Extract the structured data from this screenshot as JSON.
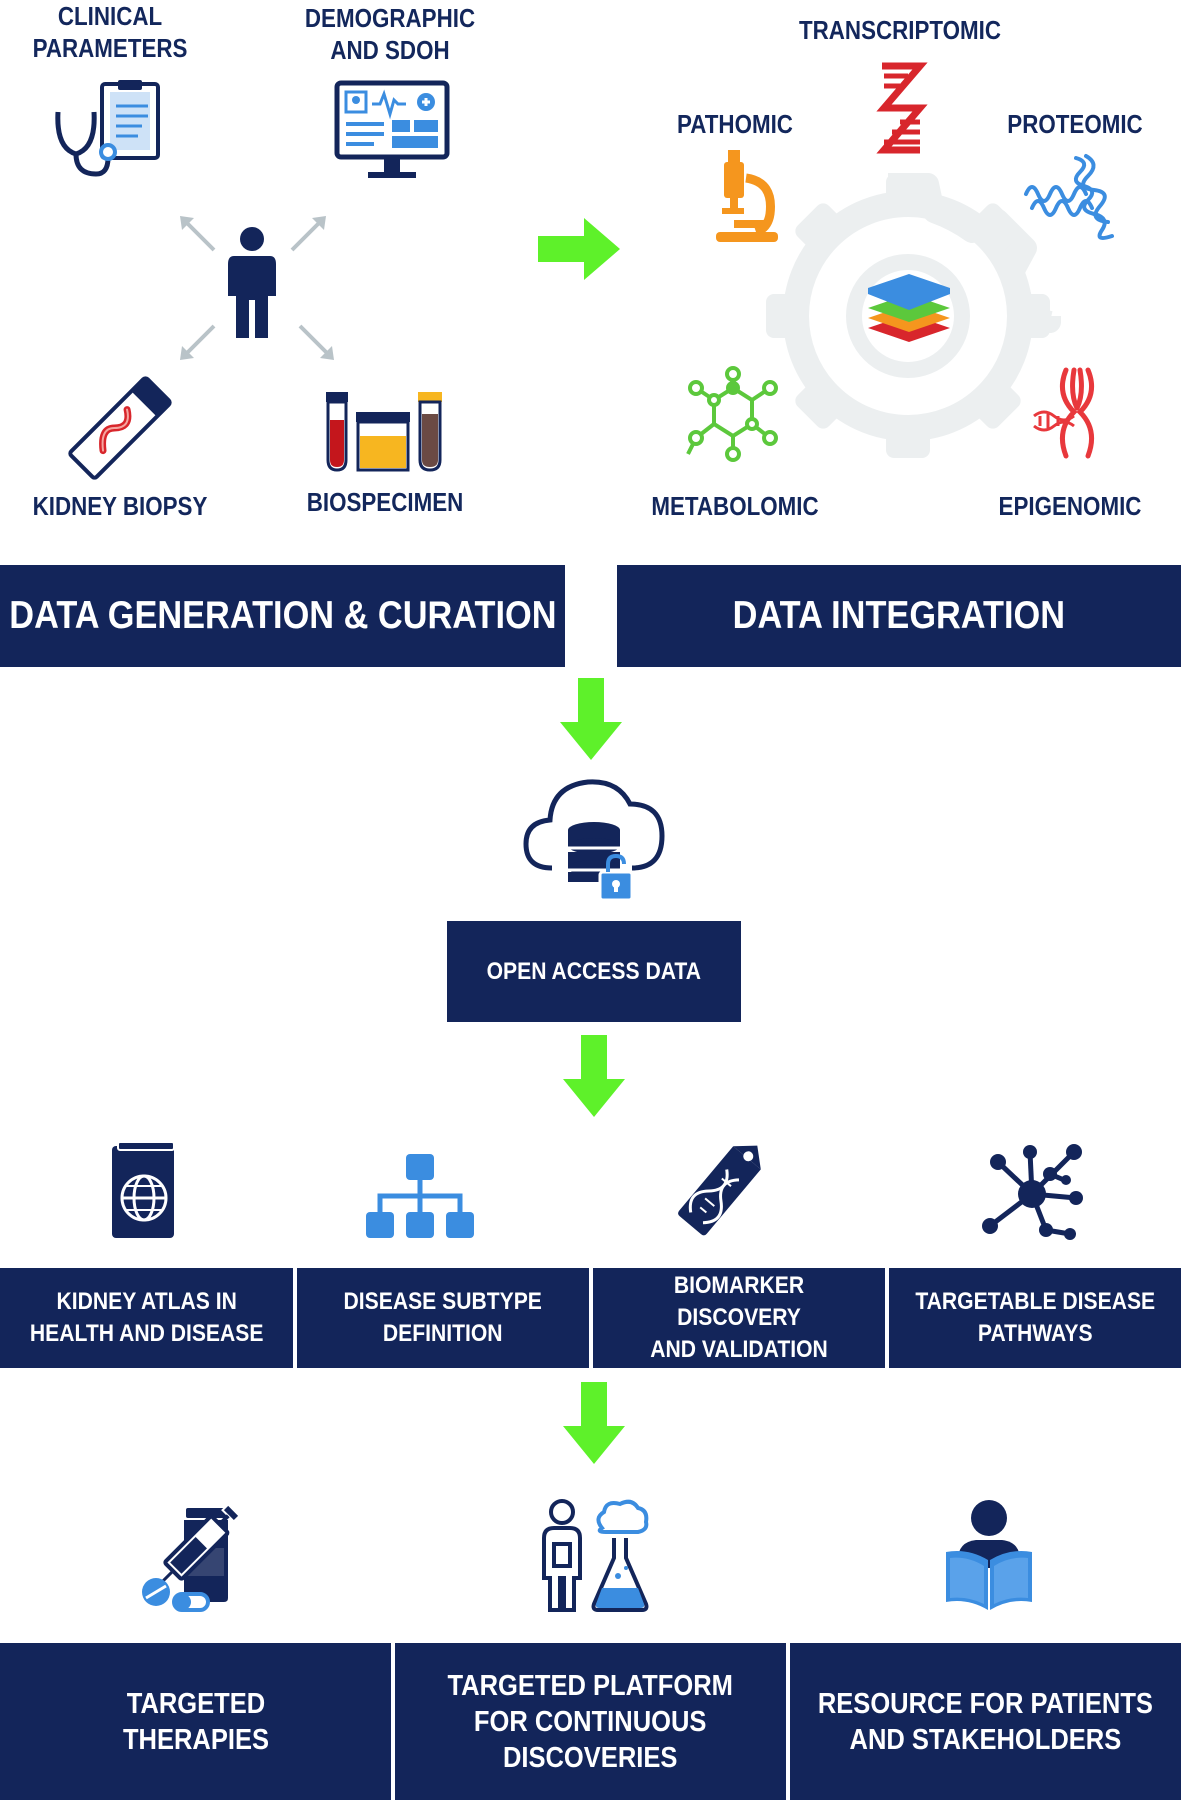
{
  "inputs": {
    "clinical": "CLINICAL\nPARAMETERS",
    "demographic": "DEMOGRAPHIC\nAND SDOH",
    "kidney_biopsy": "KIDNEY BIOPSY",
    "biospecimen": "BIOSPECIMEN"
  },
  "omics": {
    "transcriptomic": "TRANSCRIPTOMIC",
    "pathomic": "PATHOMIC",
    "proteomic": "PROTEOMIC",
    "metabolomic": "METABOLOMIC",
    "epigenomic": "EPIGENOMIC"
  },
  "stages": {
    "generation": "DATA GENERATION & CURATION",
    "integration": "DATA INTEGRATION",
    "open_access": "OPEN ACCESS DATA"
  },
  "uses": [
    "KIDNEY ATLAS IN\nHEALTH AND DISEASE",
    "DISEASE SUBTYPE\nDEFINITION",
    "BIOMARKER DISCOVERY\nAND VALIDATION",
    "TARGETABLE DISEASE\nPATHWAYS"
  ],
  "outcomes": [
    "TARGETED\nTHERAPIES",
    "TARGETED PLATFORM\nFOR  CONTINUOUS\nDISCOVERIES",
    "RESOURCE FOR PATIENTS\nAND STAKEHOLDERS"
  ],
  "colors": {
    "navy": "#13255a",
    "arrow_green": "#5ef12a",
    "accent_blue": "#3b8de0",
    "orange": "#f5961e",
    "red": "#d8262c",
    "green": "#5cc83c",
    "gear_gray": "#eef0f1"
  }
}
